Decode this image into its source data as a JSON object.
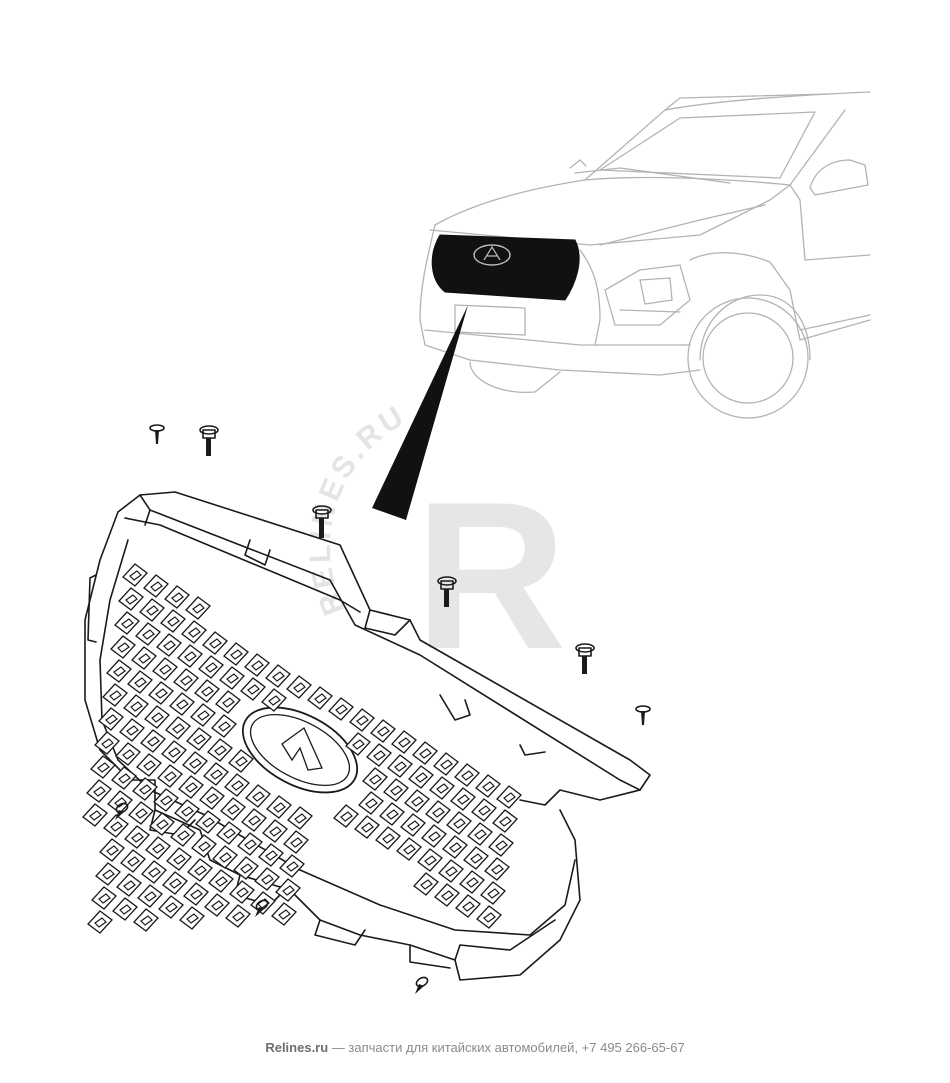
{
  "watermark": {
    "letter": "R",
    "text": "RELINES.RU"
  },
  "footer": {
    "site": "Relines.ru",
    "text": " — запчасти для китайских автомобилей, +7 495 266-65-67"
  },
  "colors": {
    "line": "#1a1a1a",
    "car_outline": "#b3b3b3",
    "watermark": "#e4e4e4",
    "footer_text": "#8a8a8a"
  }
}
